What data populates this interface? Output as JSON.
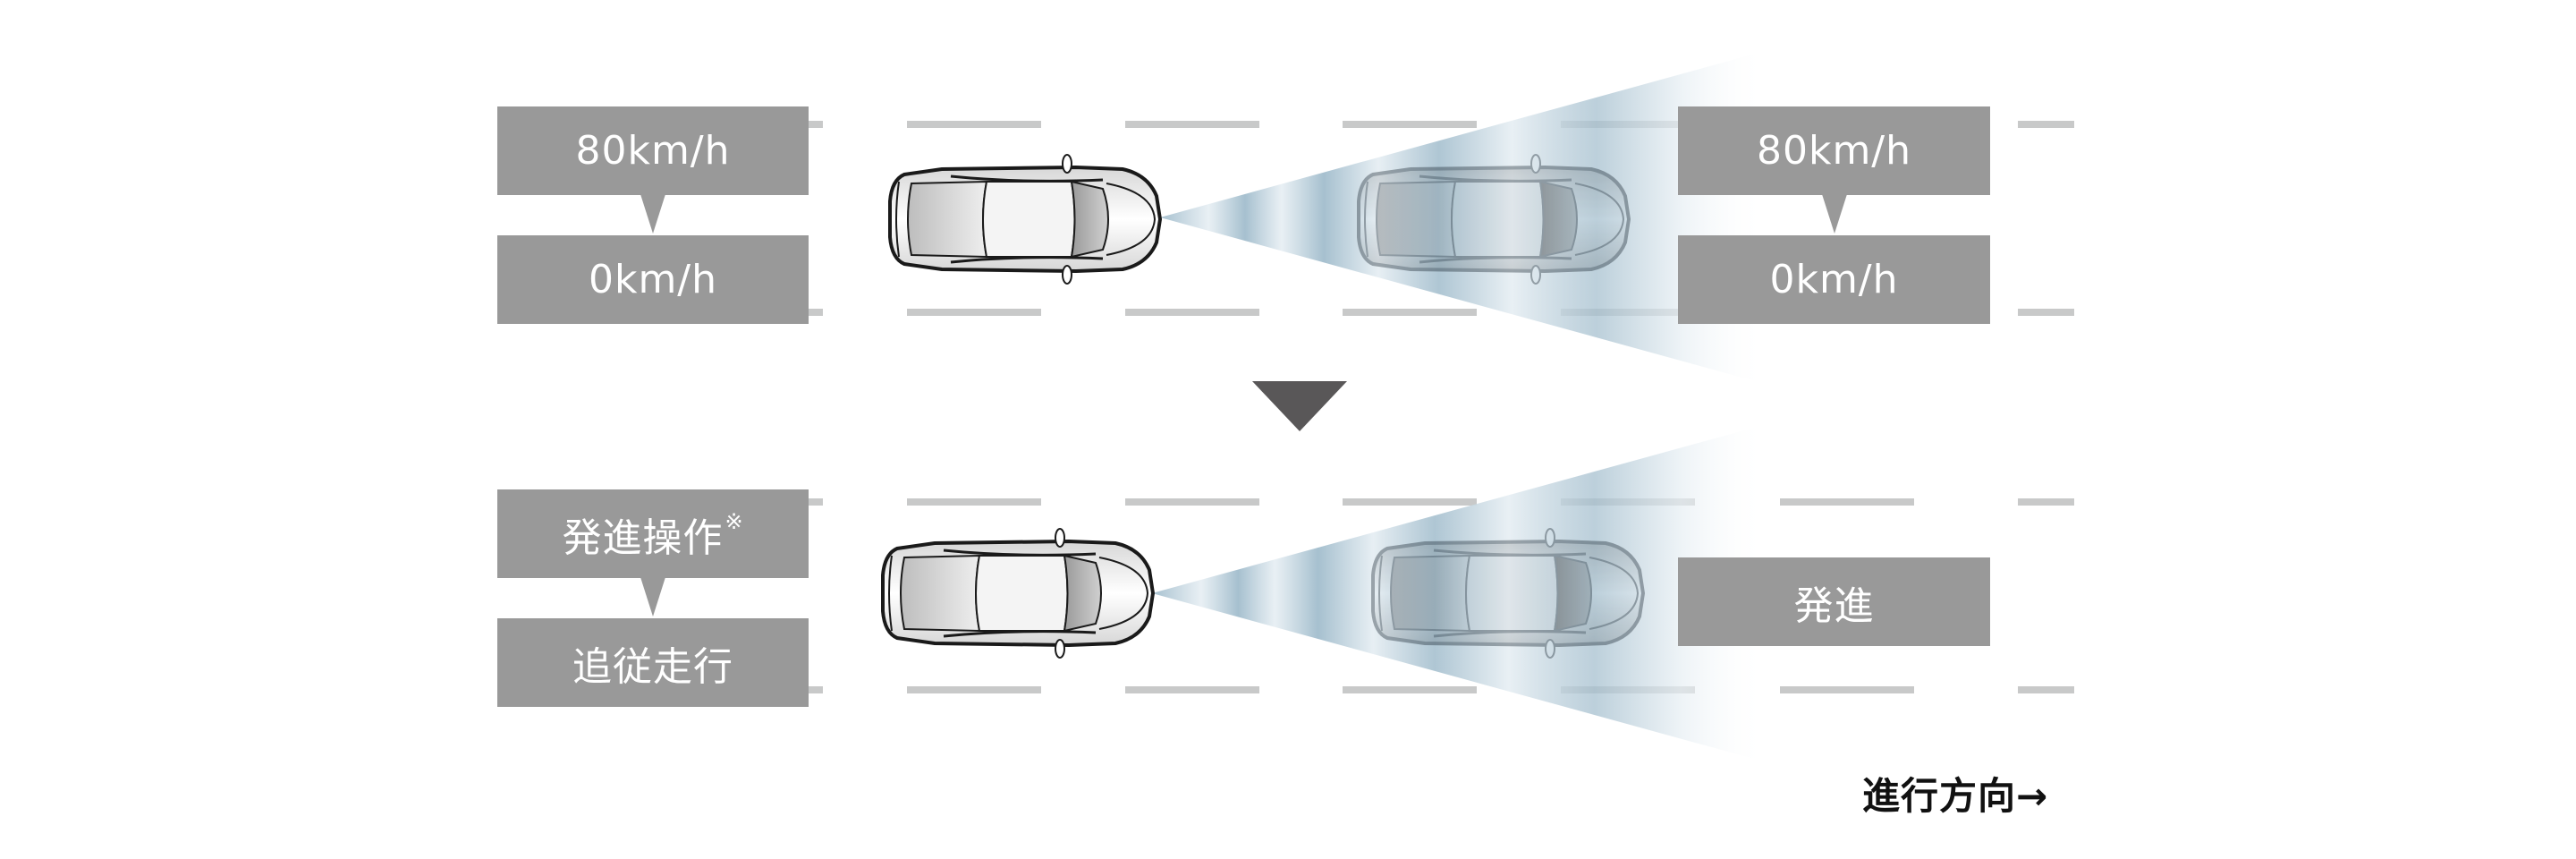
{
  "colors": {
    "box_fill": "#999999",
    "box_text": "#ffffff",
    "lane_dash": "#c8c9c9",
    "radar": "#a6c0cf",
    "radar_light": "#e6eef3",
    "arrow": "#595758",
    "car_outline": "#1a1a1a",
    "ghost_outline": "#9aa0a4"
  },
  "scenes": [
    {
      "name": "deceleration-stop",
      "own_car": {
        "status_from": "80km/h",
        "status_to": "0km/h"
      },
      "lead_car": {
        "status_from": "80km/h",
        "status_to": "0km/h"
      }
    },
    {
      "name": "restart-follow",
      "own_car": {
        "status_from": "発進操作",
        "status_from_note": "※",
        "status_to": "追従走行"
      },
      "lead_car": {
        "status": "発進"
      }
    }
  ],
  "direction_label": "進行方向→"
}
